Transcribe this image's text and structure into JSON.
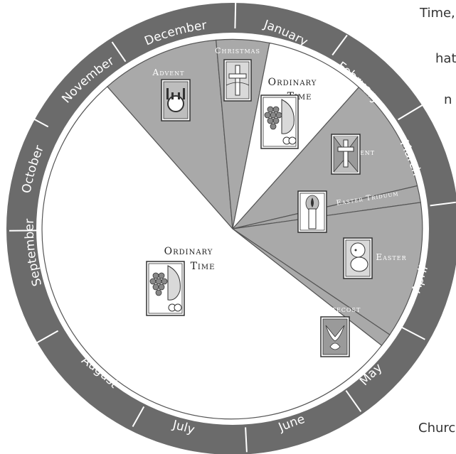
{
  "background_text": {
    "line1": "Time,",
    "line2": "hat",
    "line3": "n",
    "line4": "Church"
  },
  "months": [
    "January",
    "February",
    "March",
    "April",
    "May",
    "June",
    "July",
    "August",
    "September",
    "October",
    "November",
    "December"
  ],
  "seasons": {
    "advent": "Advent",
    "christmas": "Christmas",
    "ordinary_time_top": [
      "Ordinary",
      "Time"
    ],
    "lent": "Lent",
    "easter_triduum": "Easter Triduum",
    "easter": "Easter",
    "pentecost": "Pentecost",
    "ordinary_time_main": [
      "Ordinary",
      "Time"
    ]
  },
  "icons": {
    "advent": "advent-wreath-icon",
    "christmas": "christmas-cross-icon",
    "ordinary_time_top": "grapes-bread-icon",
    "lent": "lent-cross-icon",
    "easter_triduum": "candle-icon",
    "easter": "lamb-icon",
    "pentecost": "dove-icon",
    "ordinary_time_main": "grapes-bread-icon"
  },
  "colors": {
    "ring": "#6b6b6b",
    "season_dark": "#a9a9a9",
    "season_light": "#ffffff",
    "line": "#555555"
  }
}
